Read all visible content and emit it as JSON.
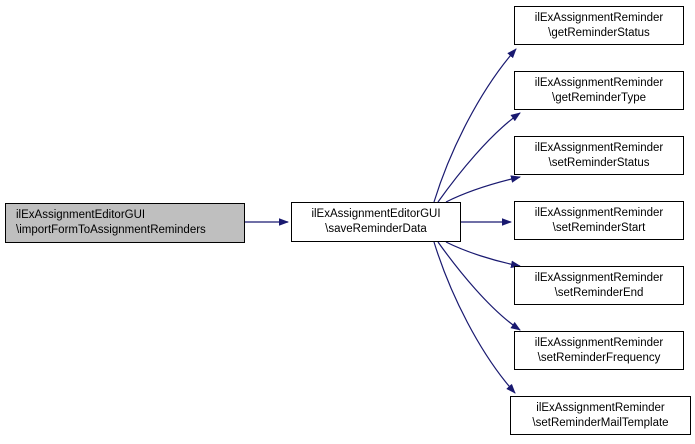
{
  "diagram": {
    "kind": "call-graph",
    "colors": {
      "background": "#ffffff",
      "edge": "#191970",
      "node_border": "#000000",
      "node_fill": "#ffffff",
      "selected_node_fill": "#bfbfbf",
      "text": "#000000"
    },
    "nodes": {
      "caller": {
        "class": "ilExAssignmentEditorGUI",
        "method": "\\importFormToAssignmentReminders"
      },
      "intermediate": {
        "class": "ilExAssignmentEditorGUI",
        "method": "\\saveReminderData"
      },
      "callees": [
        {
          "class": "ilExAssignmentReminder",
          "method": "\\getReminderStatus"
        },
        {
          "class": "ilExAssignmentReminder",
          "method": "\\getReminderType"
        },
        {
          "class": "ilExAssignmentReminder",
          "method": "\\setReminderStatus"
        },
        {
          "class": "ilExAssignmentReminder",
          "method": "\\setReminderStart"
        },
        {
          "class": "ilExAssignmentReminder",
          "method": "\\setReminderEnd"
        },
        {
          "class": "ilExAssignmentReminder",
          "method": "\\setReminderFrequency"
        },
        {
          "class": "ilExAssignmentReminder",
          "method": "\\setReminderMailTemplate"
        }
      ]
    }
  }
}
